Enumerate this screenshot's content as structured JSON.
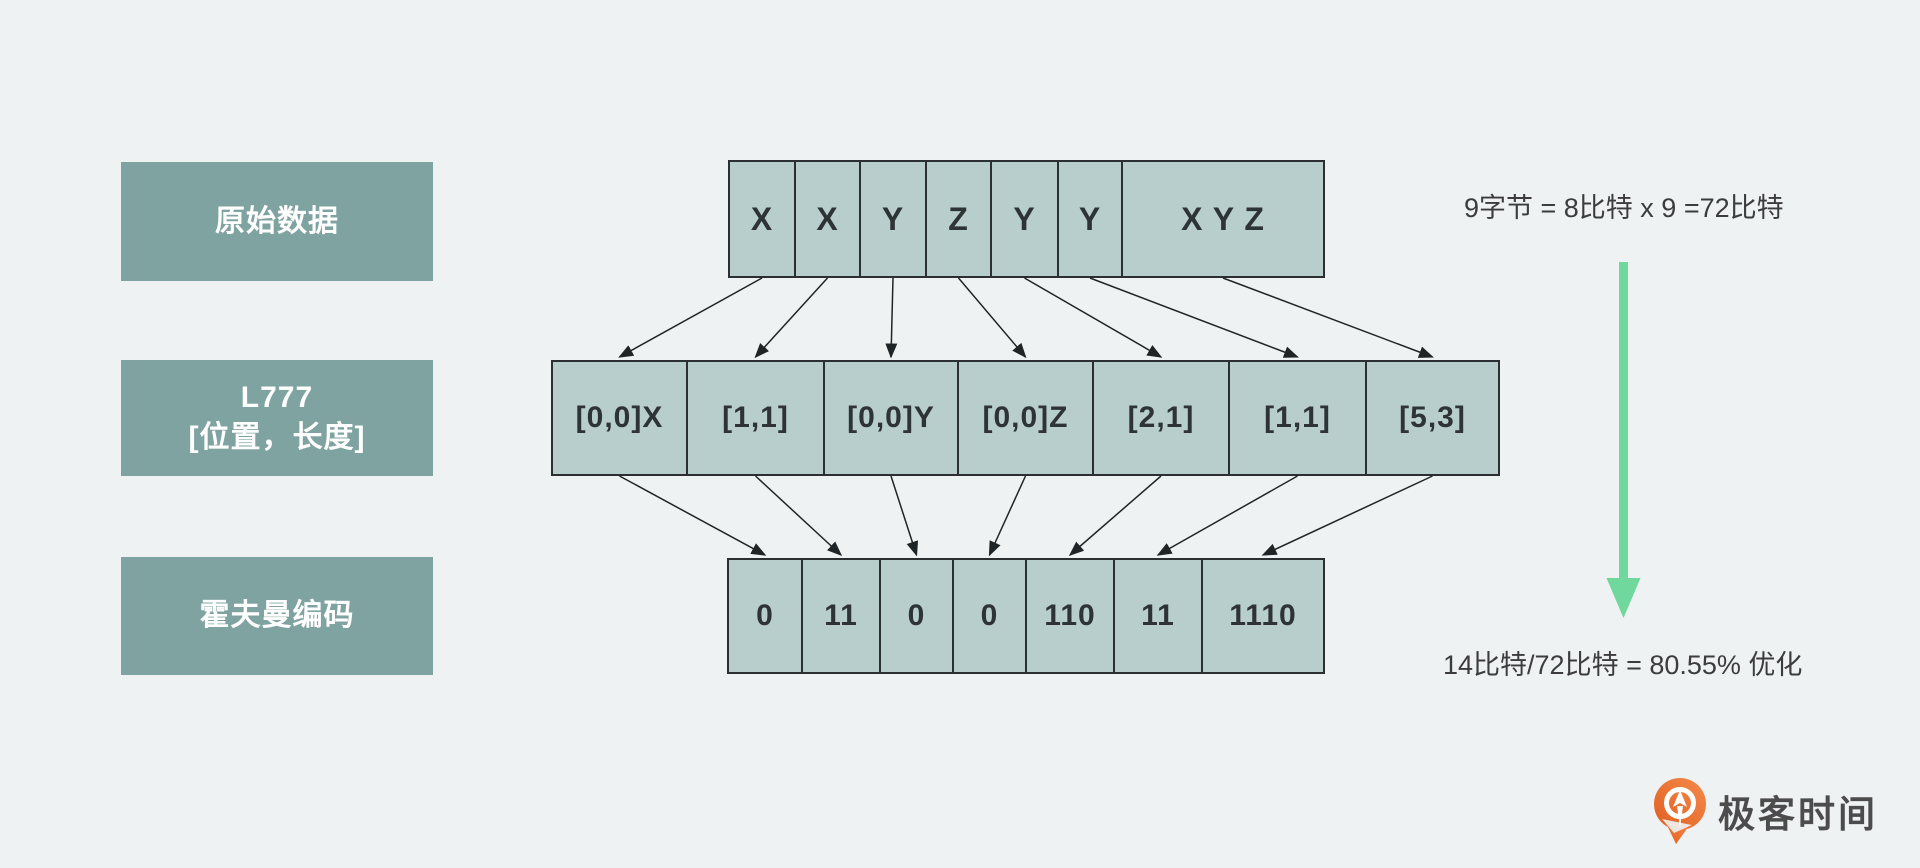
{
  "rows": {
    "original": {
      "label": "原始数据",
      "cells": [
        "X",
        "X",
        "Y",
        "Z",
        "Y",
        "Y",
        "X Y Z"
      ]
    },
    "lz77": {
      "label_line1": "L777",
      "label_line2": "[位置，长度]",
      "cells": [
        "[0,0]X",
        "[1,1]",
        "[0,0]Y",
        "[0,0]Z",
        "[2,1]",
        "[1,1]",
        "[5,3]"
      ]
    },
    "huffman": {
      "label": "霍夫曼编码",
      "cells": [
        "0",
        "11",
        "0",
        "0",
        "110",
        "11",
        "1110"
      ]
    }
  },
  "annotations": {
    "top_right": "9字节 = 8比特 x 9 =72比特",
    "bottom_right": "14比特/72比特 = 80.55% 优化"
  },
  "logo": {
    "text": "极客时间"
  },
  "colors": {
    "background": "#eef2f2",
    "label_box": "#7fa3a1",
    "cell_fill": "#b7cecc",
    "cell_border": "#2b2f31",
    "connector_arrow": "#1f2427",
    "green_arrow": "#70d79d",
    "annotation_text": "#3c3c3c",
    "logo_orange": "#ec6f33",
    "logo_text": "#4c4c4c"
  }
}
